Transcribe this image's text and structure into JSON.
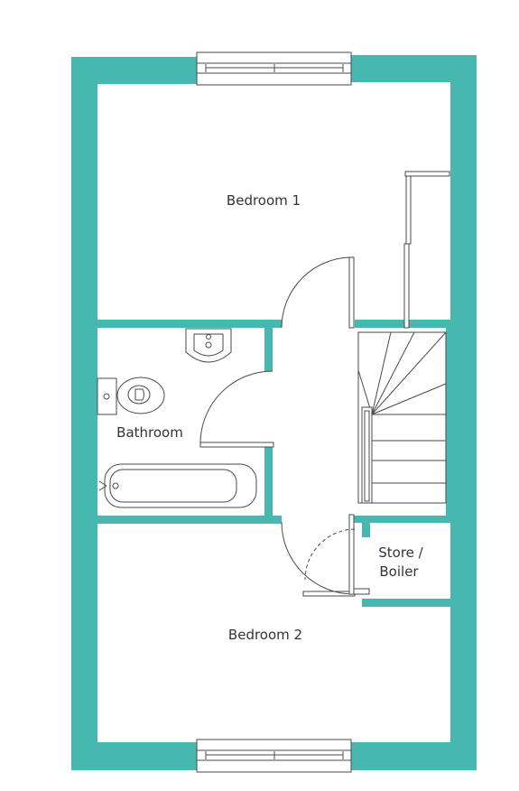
{
  "colors": {
    "wall": "#47b8b0",
    "line": "#4a4a4a",
    "text": "#333333",
    "background": "#ffffff"
  },
  "rooms": {
    "bedroom1": "Bedroom 1",
    "bathroom": "Bathroom",
    "store_line1": "Store /",
    "store_line2": "Boiler",
    "bedroom2": "Bedroom 2"
  }
}
